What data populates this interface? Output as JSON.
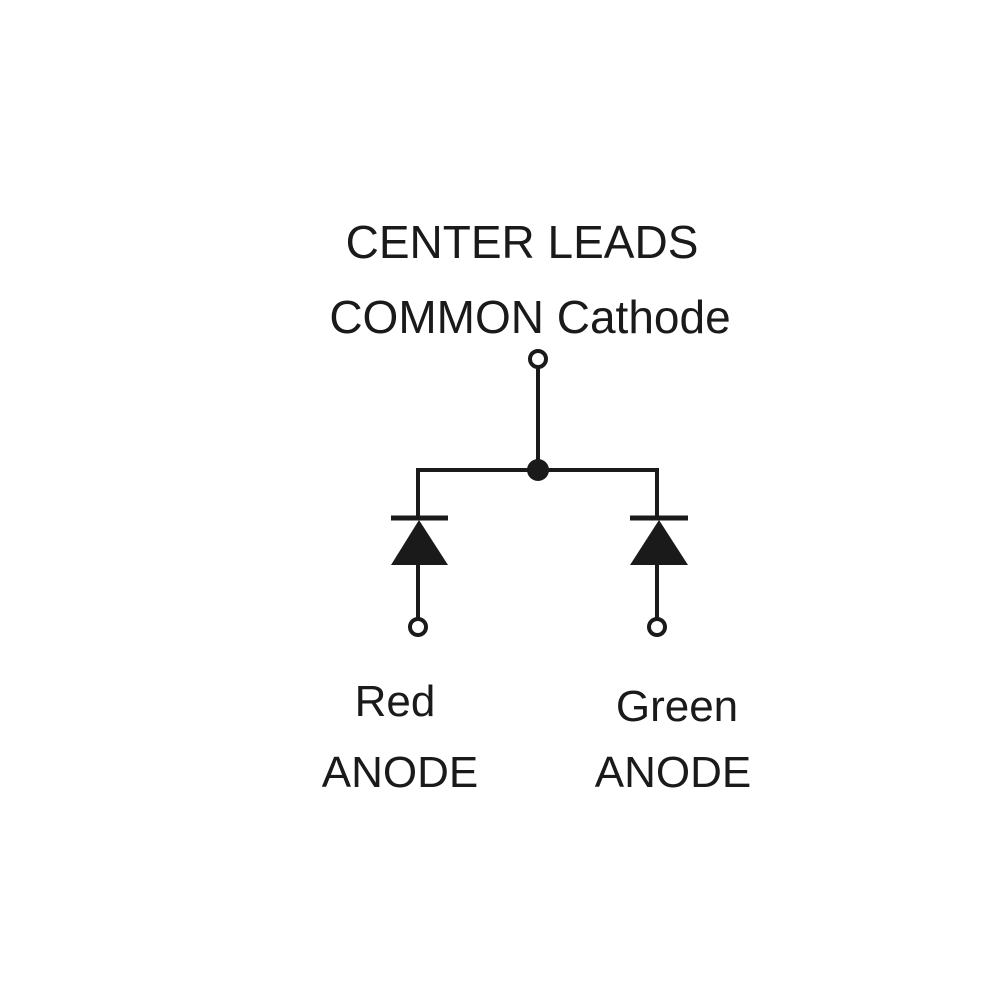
{
  "title_line1": "CENTER LEADS",
  "title_line2": "COMMON Cathode",
  "left_label_line1": "Red",
  "left_label_line2": "ANODE",
  "right_label_line1": "Green",
  "right_label_line2": "ANODE",
  "colors": {
    "ink": "#1a1a1a",
    "background": "#ffffff"
  }
}
